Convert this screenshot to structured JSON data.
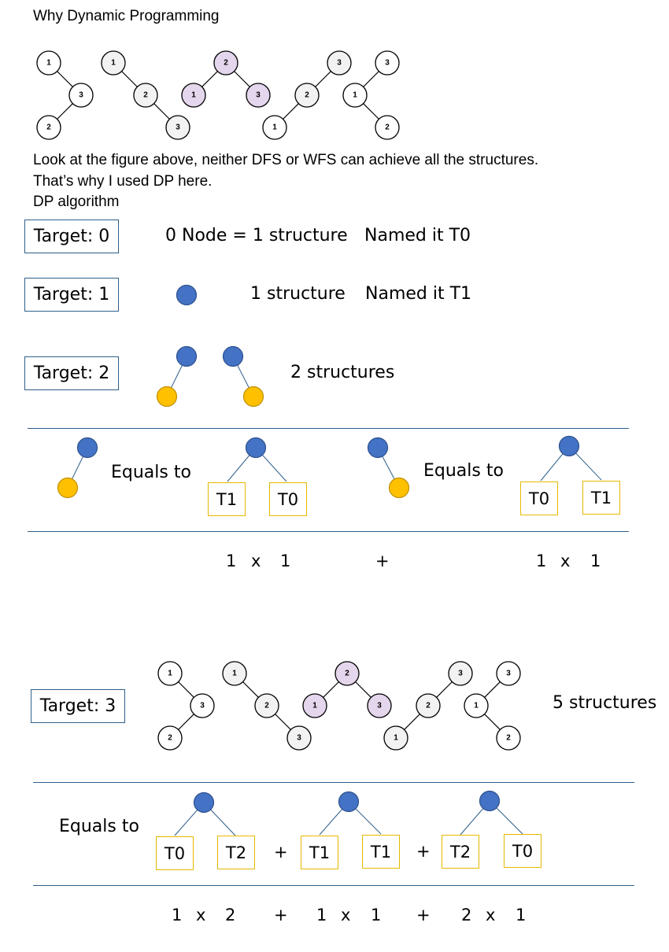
{
  "header": {
    "title": "Why Dynamic Programming",
    "line1": "Look at the figure above, neither DFS or WFS can achieve all the structures.",
    "line2": "That’s why I used DP here.",
    "line3": "DP algorithm"
  },
  "targets": {
    "t0": {
      "label": "Target: 0",
      "desc": "0 Node = 1 structure",
      "name": "Named it T0"
    },
    "t1": {
      "label": "Target: 1",
      "desc": "1 structure",
      "name": "Named it T1"
    },
    "t2": {
      "label": "Target: 2",
      "desc": "2 structures"
    },
    "t3": {
      "label": "Target: 3",
      "desc": "5 structures"
    }
  },
  "equals_label": "Equals to",
  "boxes": {
    "T0": "T0",
    "T1": "T1",
    "T2": "T2"
  },
  "ops": {
    "plus": "+",
    "times": "x"
  },
  "target2_formula": {
    "left": [
      "1",
      "1"
    ],
    "right": [
      "1",
      "1"
    ]
  },
  "target3_formula": [
    [
      "1",
      "2"
    ],
    [
      "1",
      "1"
    ],
    [
      "2",
      "1"
    ]
  ],
  "node_labels": {
    "n1": "1",
    "n2": "2",
    "n3": "3"
  },
  "colors": {
    "blue_node": "#4472c4",
    "yellow_node": "#ffc000",
    "purple_node": "#e4d6ec",
    "gray_node": "#f2f2f2",
    "blue_line": "#2e5f8a",
    "box_border": "#e6b800"
  },
  "bst_trees": [
    {
      "root": "1",
      "child": "3",
      "grandchild": "2"
    },
    {
      "root": "1",
      "child": "2",
      "grandchild": "3"
    },
    {
      "root": "2",
      "left": "1",
      "right": "3"
    },
    {
      "root": "3",
      "child": "2",
      "grandchild": "1"
    },
    {
      "root": "3",
      "child": "1",
      "grandchild": "2"
    }
  ]
}
